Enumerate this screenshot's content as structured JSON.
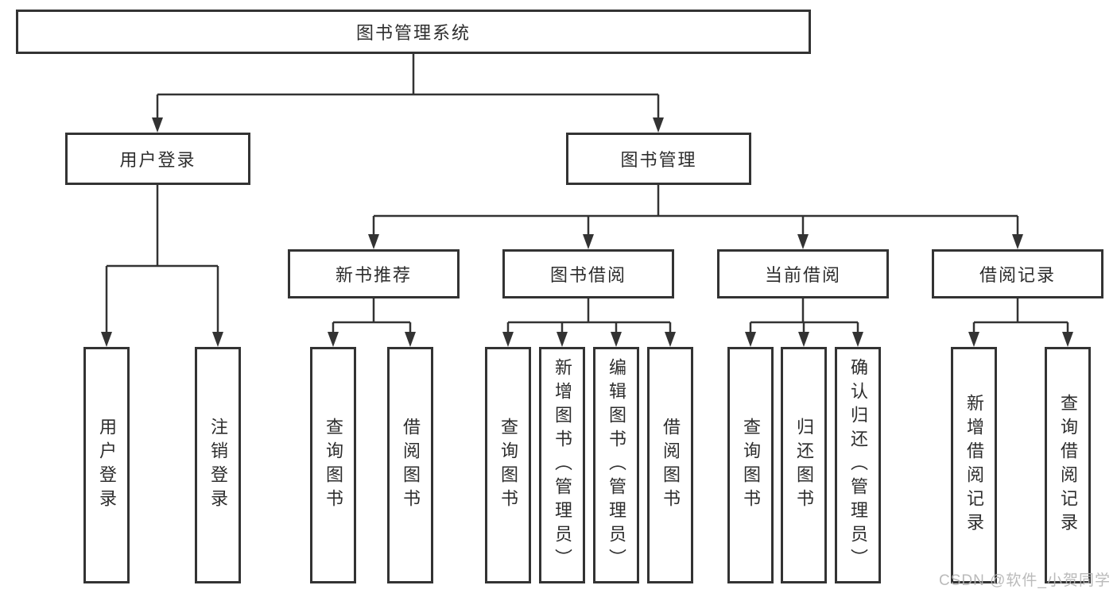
{
  "diagram_title": "图书管理系统",
  "nodes": {
    "root": "图书管理系统",
    "branches": [
      "用户登录",
      "图书管理"
    ],
    "modules": [
      "新书推荐",
      "图书借阅",
      "当前借阅",
      "借阅记录"
    ],
    "leaves": {
      "user_login": [
        "用户登录",
        "注销登录"
      ],
      "new_books": [
        "查询图书",
        "借阅图书"
      ],
      "book_borrow": [
        "查询图书",
        "新增图书（管理员）",
        "编辑图书（管理员）",
        "借阅图书"
      ],
      "current_borrow": [
        "查询图书",
        "归还图书",
        "确认归还（管理员）"
      ],
      "borrow_records": [
        "新增借阅记录",
        "查询借阅记录"
      ]
    }
  },
  "watermark": "CSDN @软件_小贺同学",
  "colors": {
    "line": "#333333",
    "text": "#2d2d2d",
    "box_background": "#ffffff",
    "watermark": "#b2b2b2"
  }
}
